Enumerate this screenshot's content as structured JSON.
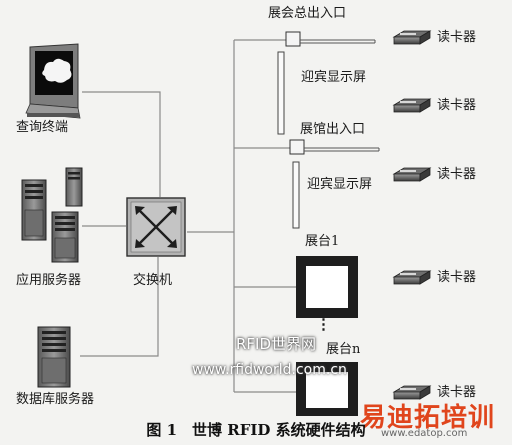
{
  "nodes": {
    "query_terminal": "查询终端",
    "app_server": "应用服务器",
    "db_server": "数据库服务器",
    "switch": "交换机",
    "main_entrance": "展会总出入口",
    "hall_entrance": "展馆出入口",
    "welcome_display_1": "迎宾显示屏",
    "welcome_display_2": "迎宾显示屏",
    "booth_1": "展台1",
    "booth_n": "展台n",
    "reader_1": "读卡器",
    "reader_2": "读卡器",
    "reader_3": "读卡器",
    "reader_4": "读卡器",
    "reader_5": "读卡器",
    "ellipsis": "⋮"
  },
  "caption": "图 1　世博 RFID 系统硬件结构",
  "watermarks": {
    "site_cn": "RFID世界网",
    "site_url": "www.rfidworld.com.cn",
    "brand_cn": "易迪拓培训",
    "brand_url": "www.edatop.com"
  },
  "icons": {
    "query_terminal": "monitor-icon",
    "app_server": "server-tower-icon",
    "db_server": "server-tower-icon",
    "switch": "network-switch-icon",
    "reader": "rfid-reader-icon",
    "gate": "gate-icon",
    "booth": "booth-icon"
  },
  "colors": {
    "line": "#8a8a8a",
    "brand_watermark": "#e0451c"
  }
}
